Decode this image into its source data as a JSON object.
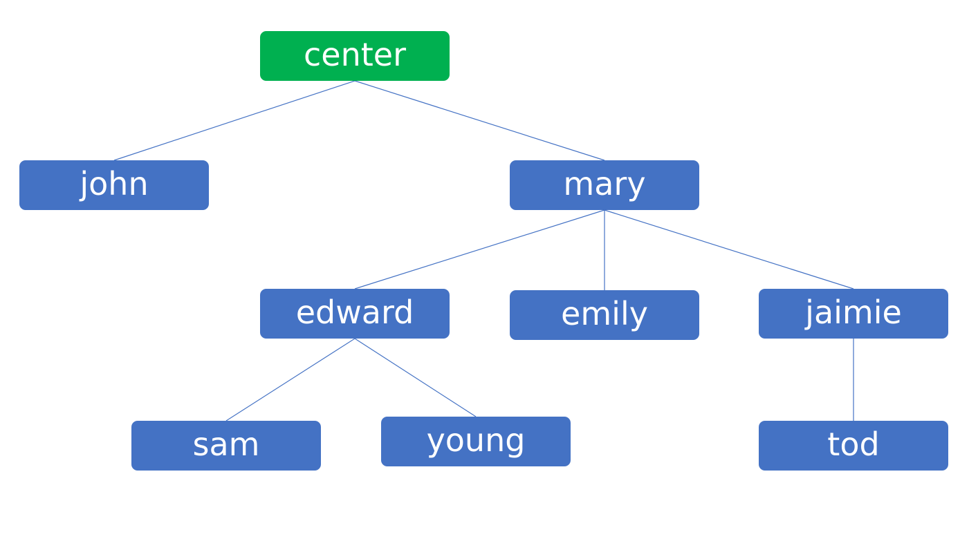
{
  "colors": {
    "root": "#00b050",
    "node": "#4472c4",
    "edge": "#4472c4",
    "text": "#ffffff"
  },
  "nodes": {
    "center": "center",
    "john": "john",
    "mary": "mary",
    "edward": "edward",
    "emily": "emily",
    "jaimie": "jaimie",
    "sam": "sam",
    "young": "young",
    "tod": "tod"
  },
  "edges": [
    [
      "center",
      "john"
    ],
    [
      "center",
      "mary"
    ],
    [
      "mary",
      "edward"
    ],
    [
      "mary",
      "emily"
    ],
    [
      "mary",
      "jaimie"
    ],
    [
      "edward",
      "sam"
    ],
    [
      "edward",
      "young"
    ],
    [
      "jaimie",
      "tod"
    ]
  ]
}
